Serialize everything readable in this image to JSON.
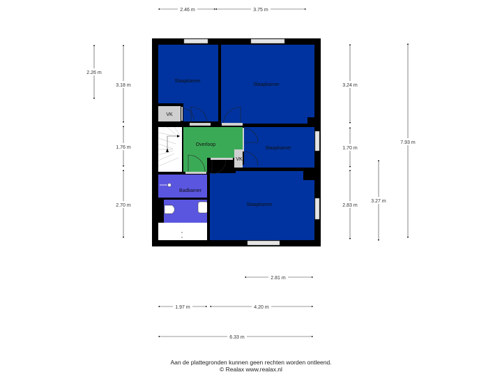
{
  "plan": {
    "rooms": [
      {
        "id": "slaapkamer-1",
        "label": "Slaapkamer",
        "type": "bedroom",
        "color": "#0033A0"
      },
      {
        "id": "slaapkamer-2",
        "label": "Slaapkamer",
        "type": "bedroom",
        "color": "#0033A0"
      },
      {
        "id": "slaapkamer-3",
        "label": "Slaapkamer",
        "type": "bedroom",
        "color": "#0033A0"
      },
      {
        "id": "slaapkamer-4",
        "label": "Slaapkamer",
        "type": "bedroom",
        "color": "#0033A0"
      },
      {
        "id": "overloop",
        "label": "Overloop",
        "type": "landing",
        "color": "#3BAA57"
      },
      {
        "id": "badkamer",
        "label": "Badkamer",
        "type": "bathroom",
        "color": "#5A56E0"
      },
      {
        "id": "vk-1",
        "label": "VK",
        "type": "storage",
        "color": "#CFCFCF"
      },
      {
        "id": "vk-2",
        "label": "VK",
        "type": "storage",
        "color": "#CFCFCF"
      }
    ],
    "colors": {
      "wall": "#000000",
      "bedroom": "#0033A0",
      "landing": "#3BAA57",
      "bathroom": "#5A56E0",
      "storage": "#CFCFCF",
      "window": "#D9D9D9"
    }
  },
  "dimensions": {
    "top": [
      "2.46 m",
      "3.75 m"
    ],
    "left_outer": [
      "2.26 m"
    ],
    "left_inner": [
      "3.18 m",
      "1.76 m",
      "2.70 m"
    ],
    "right_inner": [
      "3.24 m",
      "1.70 m",
      "2.83 m"
    ],
    "right_mid": [
      "3.27 m"
    ],
    "right_outer": [
      "7.93 m"
    ],
    "bottom_1": [
      "2.81 m"
    ],
    "bottom_2": [
      "1.97 m",
      "4.20 m"
    ],
    "bottom_3": [
      "6.33 m"
    ]
  },
  "footer": {
    "disclaimer": "Aan de plattegronden kunnen geen rechten worden ontleend.",
    "copyright": "© Realax www.realax.nl"
  }
}
